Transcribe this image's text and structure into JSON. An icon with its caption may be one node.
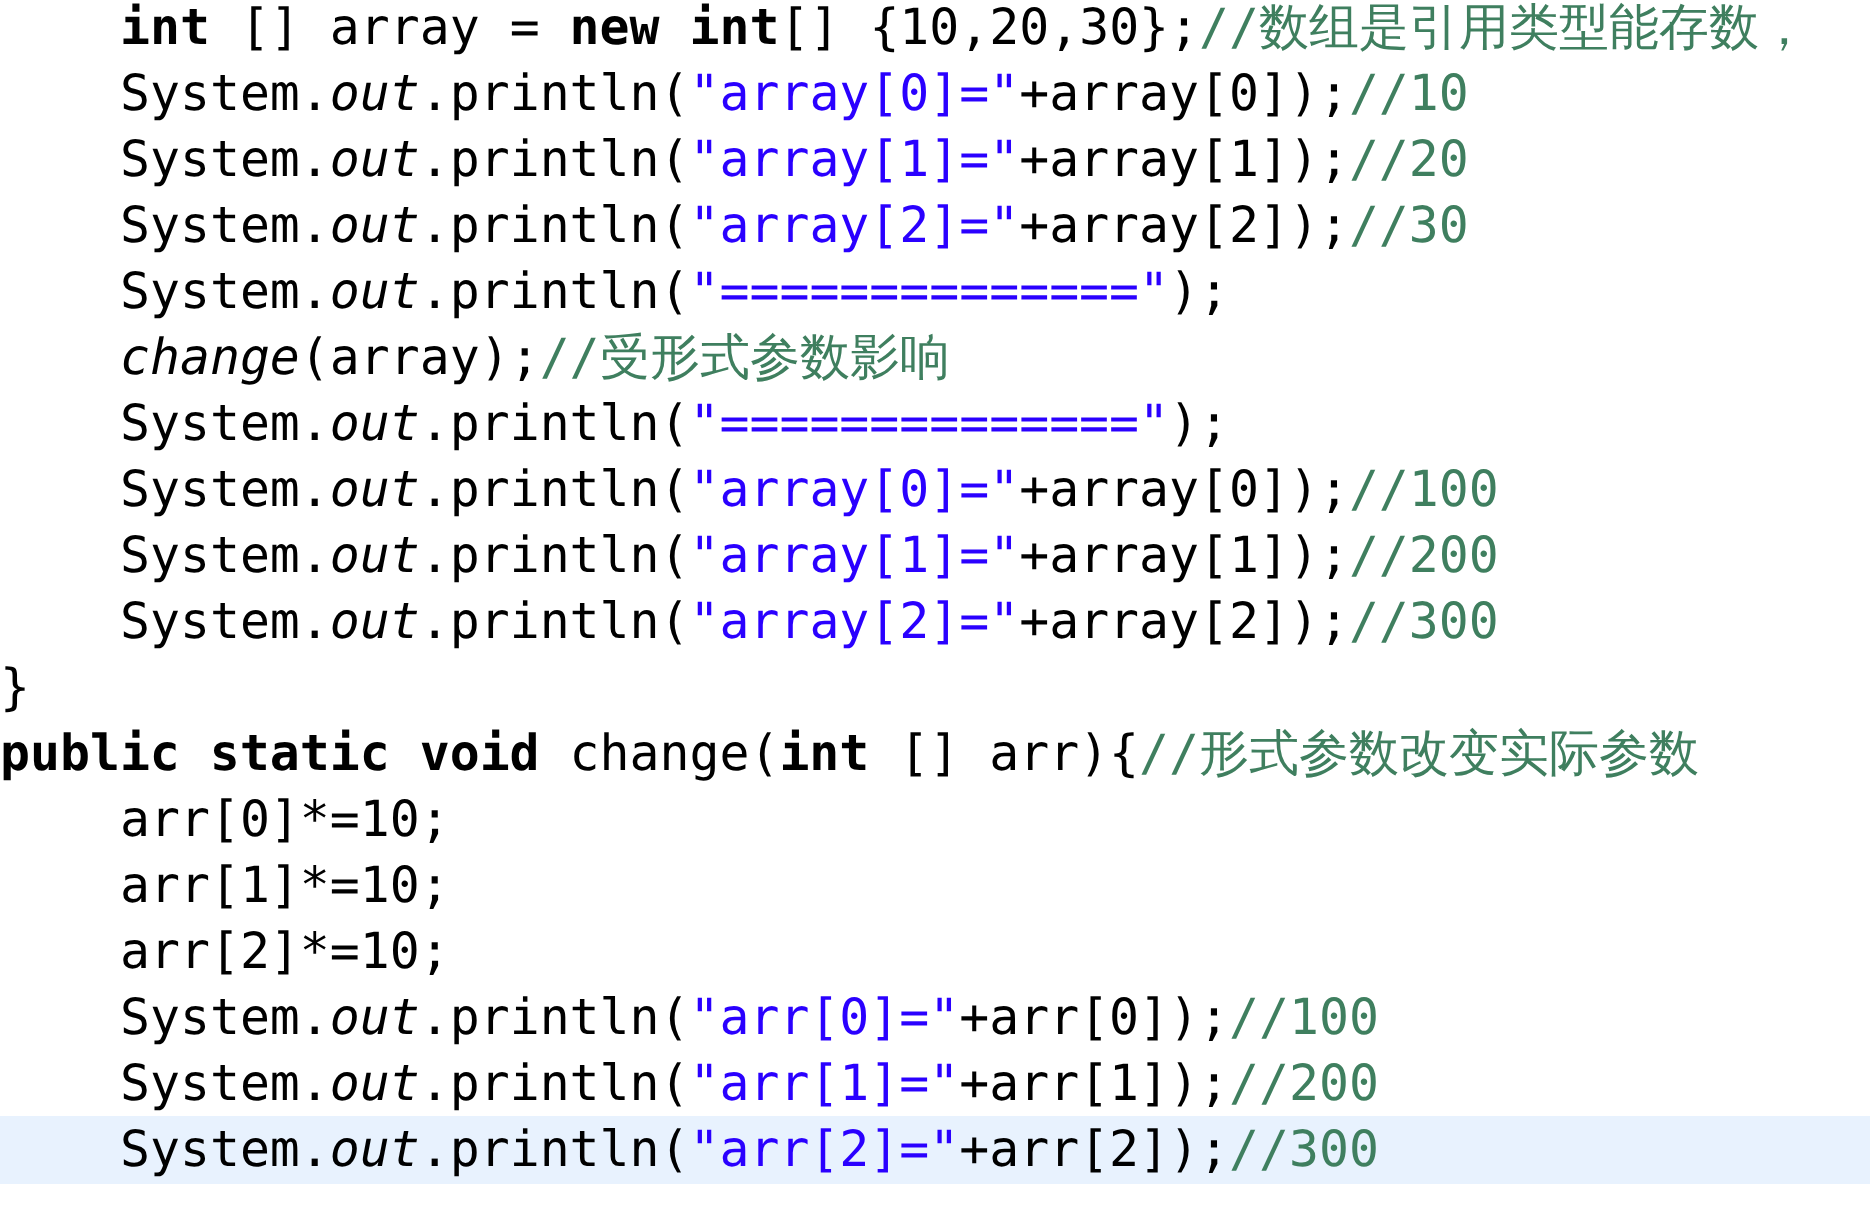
{
  "diagram": {
    "labels": [
      "**int** [] array = **new** **int**[] {10,20,30};//数组是引用类型能存数，",
      "System.*out*.println(\"array[0]=\"+array[0]);//10",
      "System.*out*.println(\"array[1]=\"+array[1]);//20",
      "System.*out*.println(\"array[2]=\"+array[2]);//30",
      "System.*out*.println(\"==============\");",
      "*change*(array);//受形式参数影响",
      "System.*out*.println(\"==============\");",
      "System.*out*.println(\"array[0]=\"+array[0]);//100",
      "System.*out*.println(\"array[1]=\"+array[1]);//200",
      "System.*out*.println(\"array[2]=\"+array[2]);//300",
      "}",
      "**public** **static** **void** change(**int** [] arr){//形式参数改变实际参数",
      "arr[0]*=10;",
      "arr[1]*=10;",
      "arr[2]*=10;",
      "System.*out*.println(\"arr[0]=\"+arr[0]);//100",
      "System.*out*.println(\"arr[1]=\"+arr[1]);//200",
      "System.*out*.println(\"arr[2]=\"+arr[2]);//300"
    ]
  }
}
